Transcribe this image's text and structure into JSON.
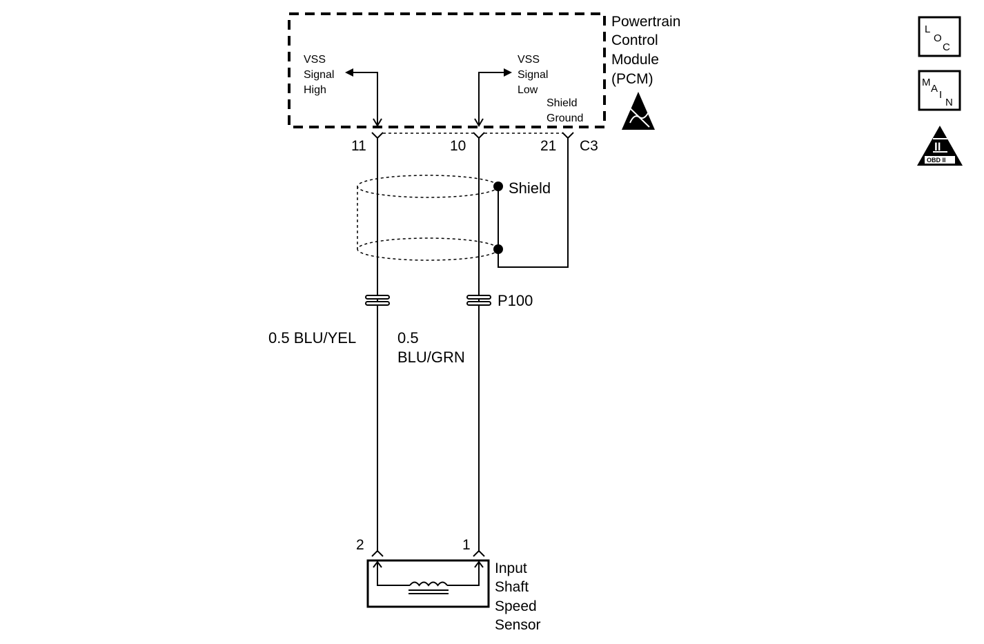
{
  "pcm": {
    "title_lines": [
      "Powertrain",
      "Control",
      "Module",
      "(PCM)"
    ],
    "vss_high_lines": [
      "VSS",
      "Signal",
      "High"
    ],
    "vss_low_lines": [
      "VSS",
      "Signal",
      "Low"
    ],
    "shield_ground_lines": [
      "Shield",
      "Ground"
    ],
    "connector": "C3",
    "pins": [
      "11",
      "10",
      "21"
    ]
  },
  "shield_label": "Shield",
  "inline_connector": "P100",
  "wires": {
    "left_line1": "0.5 BLU/YEL",
    "right_line1": "0.5",
    "right_line2": "BLU/GRN"
  },
  "sensor": {
    "pins": [
      "2",
      "1"
    ],
    "label_lines": [
      "Input",
      "Shaft",
      "Speed",
      "Sensor"
    ]
  },
  "badges": {
    "loc": [
      "L",
      "O",
      "C"
    ],
    "main": [
      "M",
      "A",
      "I",
      "N"
    ],
    "obd_numeral": "II",
    "obd_text": "OBD II"
  },
  "icons": [
    "esd-warning-icon",
    "loc-badge-icon",
    "main-badge-icon",
    "obd-ii-icon"
  ]
}
